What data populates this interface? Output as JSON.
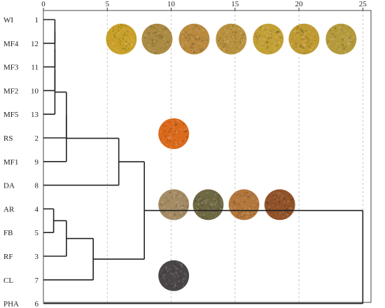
{
  "chart_data": {
    "type": "dendrogram",
    "title": "",
    "xlabel": "",
    "ylabel": "",
    "xlim": [
      0,
      25
    ],
    "x_ticks": [
      0,
      5,
      10,
      15,
      20,
      25
    ],
    "grid": true,
    "leaves": [
      {
        "label": "WI",
        "index": "1"
      },
      {
        "label": "MF4",
        "index": "12"
      },
      {
        "label": "MF3",
        "index": "11"
      },
      {
        "label": "MF2",
        "index": "10"
      },
      {
        "label": "MF5",
        "index": "13"
      },
      {
        "label": "RS",
        "index": "2"
      },
      {
        "label": "MF1",
        "index": "9"
      },
      {
        "label": "DA",
        "index": "8"
      },
      {
        "label": "AR",
        "index": "4"
      },
      {
        "label": "FB",
        "index": "5"
      },
      {
        "label": "RF",
        "index": "3"
      },
      {
        "label": "CL",
        "index": "7"
      },
      {
        "label": "PHA",
        "index": "6"
      }
    ],
    "merges": [
      {
        "id": "A",
        "children": [
          "WI",
          "MF4"
        ],
        "height": 0.9
      },
      {
        "id": "B",
        "children": [
          "A",
          "MF3"
        ],
        "height": 0.9
      },
      {
        "id": "C",
        "children": [
          "B",
          "MF2"
        ],
        "height": 0.9
      },
      {
        "id": "D",
        "children": [
          "C",
          "MF5"
        ],
        "height": 0.9
      },
      {
        "id": "E",
        "children": [
          "AR",
          "FB"
        ],
        "height": 0.8
      },
      {
        "id": "F",
        "children": [
          "E",
          "RF"
        ],
        "height": 1.8
      },
      {
        "id": "G",
        "children": [
          "D",
          "RS"
        ],
        "height": 1.8
      },
      {
        "id": "H",
        "children": [
          "G",
          "MF1"
        ],
        "height": 1.8
      },
      {
        "id": "I",
        "children": [
          "F",
          "CL"
        ],
        "height": 3.9
      },
      {
        "id": "J",
        "children": [
          "H",
          "DA"
        ],
        "height": 5.9
      },
      {
        "id": "K",
        "children": [
          "J",
          "I"
        ],
        "height": 7.9
      },
      {
        "id": "L",
        "children": [
          "K",
          "PHA"
        ],
        "height": 25
      }
    ],
    "sample_images": [
      {
        "group": "row-MF4",
        "anchor_leaf": "MF4",
        "x": [
          6.1,
          8.9,
          11.8,
          14.7,
          17.6,
          20.4,
          23.3
        ],
        "colors": [
          "#c9a12a",
          "#ab8a42",
          "#b98a3e",
          "#b8913e",
          "#c3a036",
          "#bf9a32",
          "#b59a3c"
        ]
      },
      {
        "group": "row-RS",
        "anchor_leaf": "RS",
        "x": [
          10.2
        ],
        "colors": [
          "#db6a1c"
        ]
      },
      {
        "group": "row-AR",
        "anchor_leaf": "AR",
        "x": [
          10.2,
          12.9,
          15.7,
          18.5
        ],
        "colors": [
          "#a48b64",
          "#6e6843",
          "#b3773c",
          "#91532a"
        ]
      },
      {
        "group": "row-CL",
        "anchor_leaf": "CL",
        "x": [
          10.2
        ],
        "colors": [
          "#4a4648"
        ]
      }
    ]
  }
}
